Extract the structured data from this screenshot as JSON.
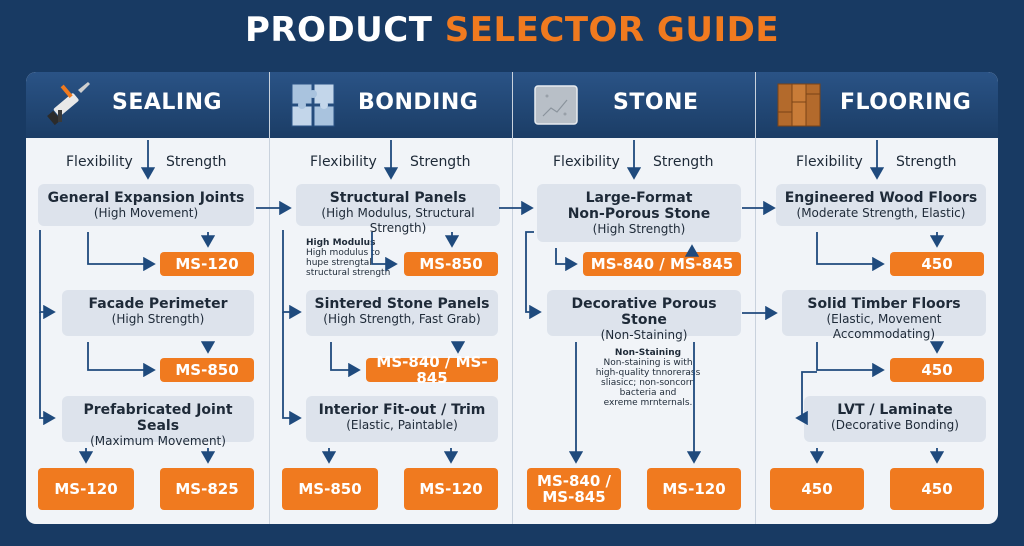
{
  "title": {
    "white": "PRODUCT ",
    "orange": "SELECTOR GUIDE"
  },
  "colors": {
    "navy": "#183a63",
    "orange": "#f07a1f",
    "panel": "#f1f4f8",
    "box": "#dde3ec"
  },
  "flexibility_label": "Flexibility",
  "strength_label": "Strength",
  "columns": [
    {
      "title": "SEALING",
      "icon": "caulk-gun-icon",
      "boxes": [
        {
          "title": "General Expansion Joints",
          "sub": "(High Movement)"
        },
        {
          "title": "Facade Perimeter",
          "sub": "(High Strength)"
        },
        {
          "title": "Prefabricated Joint Seals",
          "sub": "(Maximum Movement)"
        }
      ],
      "products": [
        "MS-120",
        "MS-850",
        "MS-120",
        "MS-825"
      ]
    },
    {
      "title": "BONDING",
      "icon": "puzzle-icon",
      "boxes": [
        {
          "title": "Structural Panels",
          "sub": "(High Modulus, Structural Strength)"
        },
        {
          "title": "Sintered Stone Panels",
          "sub": "(High Strength, Fast Grab)"
        },
        {
          "title": "Interior Fit-out / Trim",
          "sub": "(Elastic, Paintable)"
        }
      ],
      "note": {
        "title": "High Modulus",
        "lines": [
          "High modulus to",
          "hupe strengtal",
          "structural strength"
        ]
      },
      "products": [
        "MS-850",
        "MS-840 / MS-845",
        "MS-850",
        "MS-120"
      ]
    },
    {
      "title": "STONE",
      "icon": "stone-slab-icon",
      "boxes": [
        {
          "title": "Large-Format",
          "title2": "Non-Porous Stone",
          "sub": "(High Strength)"
        },
        {
          "title": "Decorative Porous Stone",
          "sub": "(Non-Staining)"
        }
      ],
      "note": {
        "title": "Non-Staining",
        "lines": [
          "Non-staining is with",
          "high-quality tnnorerass",
          "sliasicc; non-soncorn",
          "bacteria and",
          "exreme mrnternals."
        ]
      },
      "products": [
        "MS-840 / MS-845",
        "MS-840 /",
        "MS-845",
        "MS-120"
      ]
    },
    {
      "title": "FLOORING",
      "icon": "wood-planks-icon",
      "boxes": [
        {
          "title": "Engineered Wood Floors",
          "sub": "(Moderate Strength, Elastic)"
        },
        {
          "title": "Solid Timber Floors",
          "sub": "(Elastic, Movement Accommodating)"
        },
        {
          "title": "LVT / Laminate",
          "sub": "(Decorative Bonding)"
        }
      ],
      "products": [
        "450",
        "450",
        "450",
        "450"
      ]
    }
  ]
}
